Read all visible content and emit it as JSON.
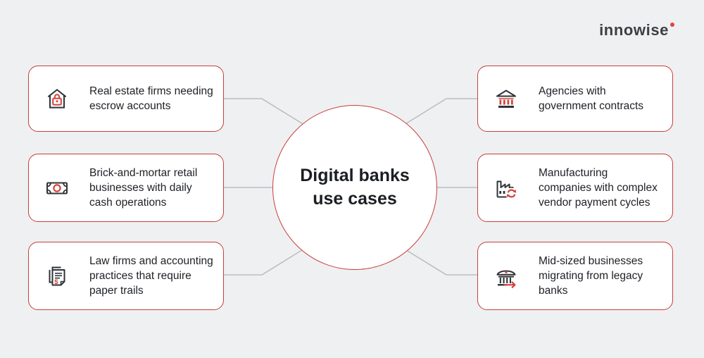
{
  "logo": {
    "text": "innowise"
  },
  "center": {
    "line1": "Digital banks",
    "line2": "use cases"
  },
  "cards": [
    {
      "icon": "house-lock-icon",
      "text": "Real estate firms needing escrow accounts"
    },
    {
      "icon": "banknote-icon",
      "text": "Brick-and-mortar retail businesses with daily cash operations"
    },
    {
      "icon": "invoice-papers-icon",
      "text": "Law firms and accounting practices that require paper trails"
    },
    {
      "icon": "government-building-icon",
      "text": "Agencies with government contracts"
    },
    {
      "icon": "factory-sync-icon",
      "text": "Manufacturing companies with complex vendor payment cycles"
    },
    {
      "icon": "bank-migration-icon",
      "text": "Mid-sized businesses migrating from legacy banks"
    }
  ],
  "colors": {
    "background": "#eff0f2",
    "card_background": "#ffffff",
    "card_border": "#c5403b",
    "accent_red": "#d2453c",
    "icon_dark": "#2f3337",
    "connector_line": "#bcbdc0",
    "text": "#1d2025",
    "logo_text": "#3e3f42",
    "logo_dot": "#e8403a"
  }
}
